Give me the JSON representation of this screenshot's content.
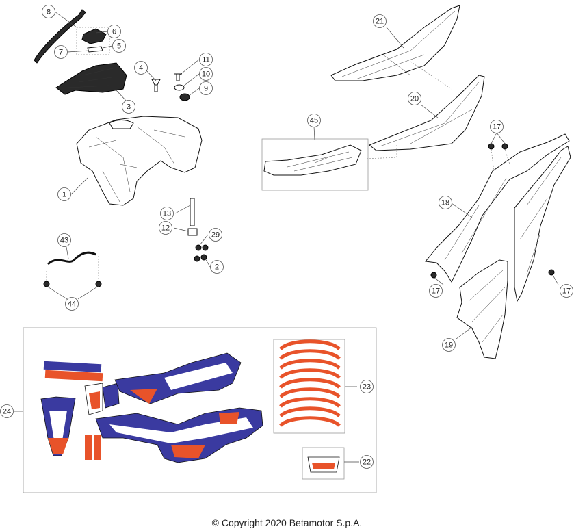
{
  "callouts": [
    "8",
    "6",
    "7",
    "5",
    "3",
    "4",
    "11",
    "10",
    "9",
    "1",
    "13",
    "12",
    "29",
    "2",
    "43",
    "44",
    "21",
    "20",
    "45",
    "17",
    "17",
    "18",
    "17",
    "17",
    "19",
    "24",
    "23",
    "22"
  ],
  "copyright": "© Copyright 2020 Betamotor S.p.A.",
  "decal_colors": {
    "primary": "#3a3aa0",
    "accent": "#e8532a",
    "light": "#ffffff"
  }
}
